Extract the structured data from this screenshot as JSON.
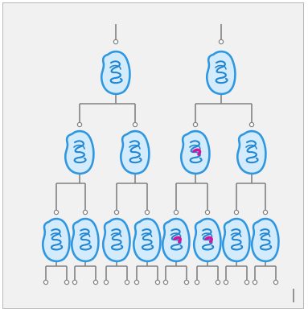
{
  "colors": {
    "panel_background": "#f1f1f1",
    "panel_border": "#b8b8b8",
    "cell_fill": "#d4ebfb",
    "cell_outline": "#2f97e0",
    "chromosome": "#1f86d4",
    "mutation": "#d6149a",
    "lineage_line": "#808080",
    "line_end_circle_fill": "#ffffff"
  },
  "icons": {
    "cell": "bacterium-cell-icon",
    "chromosome": "coiled-chromosome-icon",
    "mutation": "mutation-mark-icon"
  },
  "lineage": {
    "generations": [
      {
        "generation": 1,
        "cells": [
          {
            "mutated": false
          },
          {
            "mutated": false
          }
        ]
      },
      {
        "generation": 2,
        "cells": [
          {
            "mutated": false
          },
          {
            "mutated": false
          },
          {
            "mutated": true
          },
          {
            "mutated": false
          }
        ]
      },
      {
        "generation": 3,
        "cells": [
          {
            "mutated": false
          },
          {
            "mutated": false
          },
          {
            "mutated": false
          },
          {
            "mutated": false
          },
          {
            "mutated": true
          },
          {
            "mutated": true
          },
          {
            "mutated": false
          },
          {
            "mutated": false
          }
        ]
      }
    ]
  }
}
